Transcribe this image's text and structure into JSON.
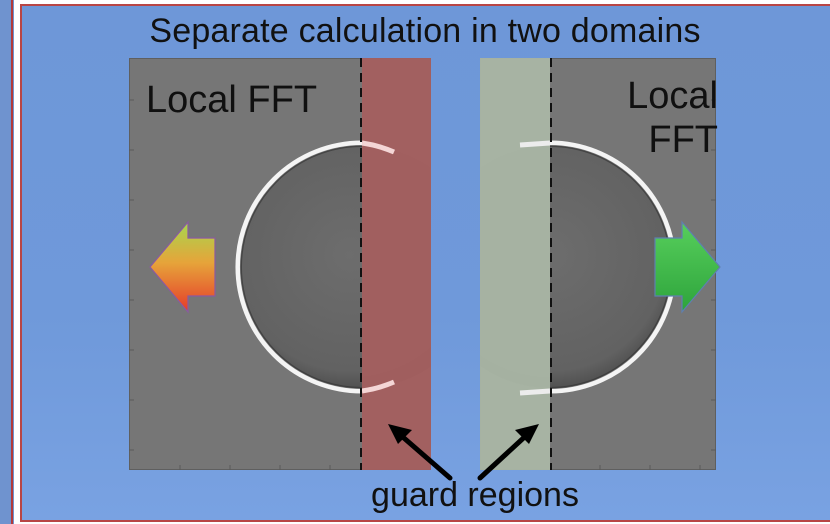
{
  "title": "Separate calculation in two domains",
  "left_panel": {
    "label": "Local FFT"
  },
  "right_panel": {
    "label_line1": "Local",
    "label_line2": "FFT"
  },
  "annotation": "guard regions",
  "colors": {
    "slide_background": "#6f99da",
    "panel": "#767676",
    "guard_left": "#a86060",
    "guard_right": "#a9b5a4",
    "arrow_left_top": "#9fd04a",
    "arrow_left_bottom": "#e8442c",
    "arrow_right": "#3fbf4a",
    "slide_border": "#b84545"
  },
  "icons": [
    "left-arrow-icon",
    "right-arrow-icon",
    "pointer-arrow-icon"
  ]
}
